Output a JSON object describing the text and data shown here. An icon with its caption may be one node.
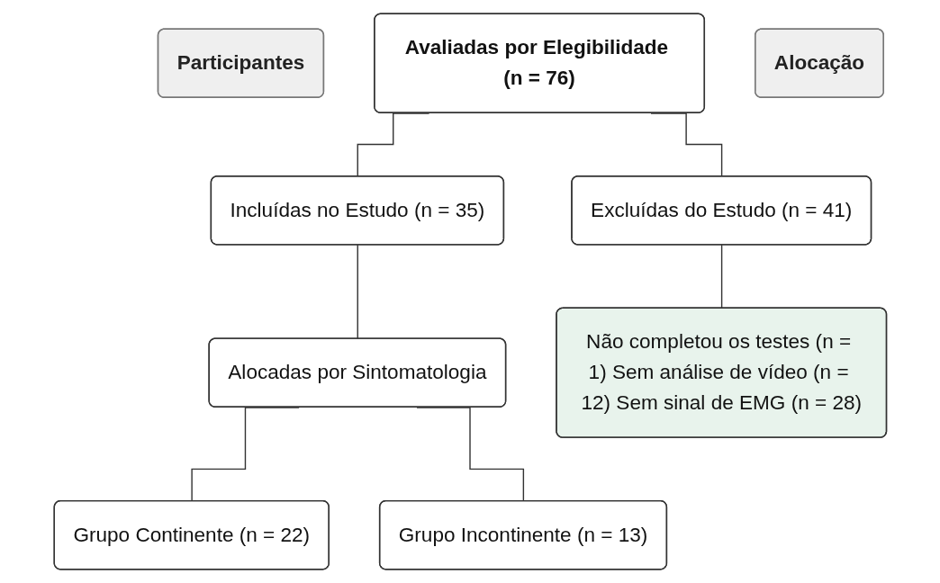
{
  "diagram": {
    "nodes": [
      {
        "text": [
          "Participantes"
        ]
      },
      {
        "text": [
          "Avaliadas por Elegibilidade (n = 76)"
        ]
      },
      {
        "text": [
          "Incluídas no Estudo (n = 35)"
        ]
      },
      {
        "text": [
          "Excluídas do Estudo (n = 41)"
        ]
      },
      {
        "text": [
          "Alocação"
        ]
      },
      {
        "text": [
          "Alocadas por Sintomatologia"
        ]
      },
      {
        "text": [
          "Não completou os testes (n = 1) Sem análise de vídeo (n = 12) Sem sinal de EMG (n = 28)"
        ]
      },
      {
        "text": [
          "Grupo Continente (n = 22)"
        ]
      },
      {
        "text": [
          "Grupo Incontinente (n = 13)"
        ]
      }
    ],
    "edges": [
      {
        "from": 1,
        "to": 2,
        "arrow": "none"
      },
      {
        "from": 1,
        "to": 3,
        "arrow": "none"
      },
      {
        "from": 2,
        "to": 5,
        "arrow": "none"
      },
      {
        "from": 3,
        "to": 6,
        "arrow": "none"
      },
      {
        "from": 5,
        "to": 7,
        "arrow": "none"
      },
      {
        "from": 5,
        "to": 8,
        "arrow": "none"
      }
    ]
  }
}
